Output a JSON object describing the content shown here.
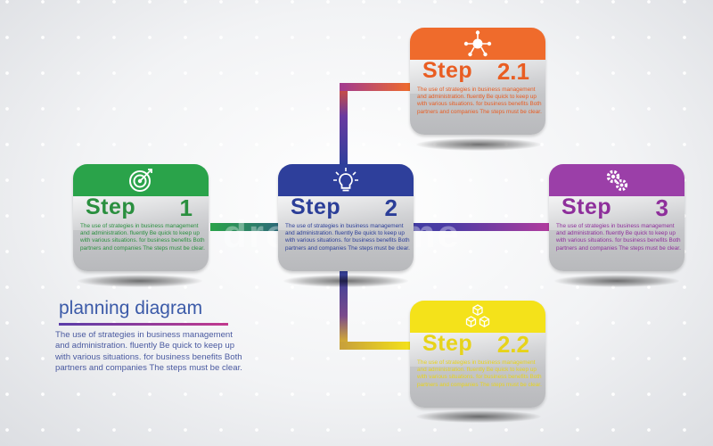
{
  "watermark": "dreamstime",
  "planning": {
    "title": "planning diagram",
    "description": "The use of strategies in business management and administration. fluently Be quick to keep up with various situations. for business benefits Both partners and companies The steps must be clear."
  },
  "cards": {
    "step1": {
      "label": "Step",
      "number": "1",
      "color": "#2aa34a",
      "text_color": "#2a8f3f",
      "icon": "target-icon",
      "description": "The use of strategies in business management and administration. fluently Be quick to keep up with various situations. for business benefits Both partners and companies The steps must be clear."
    },
    "step2": {
      "label": "Step",
      "number": "2",
      "color": "#2e3f9b",
      "text_color": "#2b3e98",
      "icon": "lightbulb-icon",
      "description": "The use of strategies in business management and administration. fluently Be quick to keep up with various situations. for business benefits Both partners and companies The steps must be clear."
    },
    "step21": {
      "label": "Step",
      "number": "2.1",
      "color": "#ef6b2c",
      "text_color": "#e95d22",
      "icon": "network-icon",
      "description": "The use of strategies in business management and administration. fluently Be quick to keep up with various situations. for business benefits Both partners and companies The steps must be clear."
    },
    "step22": {
      "label": "Step",
      "number": "2.2",
      "color": "#f4e21a",
      "text_color": "#e7d31a",
      "icon": "cubes-icon",
      "description": "The use of strategies in business management and administration. fluently Be quick to keep up with various situations. for business benefits Both partners and companies The steps must be clear."
    },
    "step3": {
      "label": "Step",
      "number": "3",
      "color": "#9b3fa8",
      "text_color": "#8e2f9b",
      "icon": "gears-icon",
      "description": "The use of strategies in business management and administration. fluently Be quick to keep up with various situations. for business benefits Both partners and companies The steps must be clear."
    }
  }
}
